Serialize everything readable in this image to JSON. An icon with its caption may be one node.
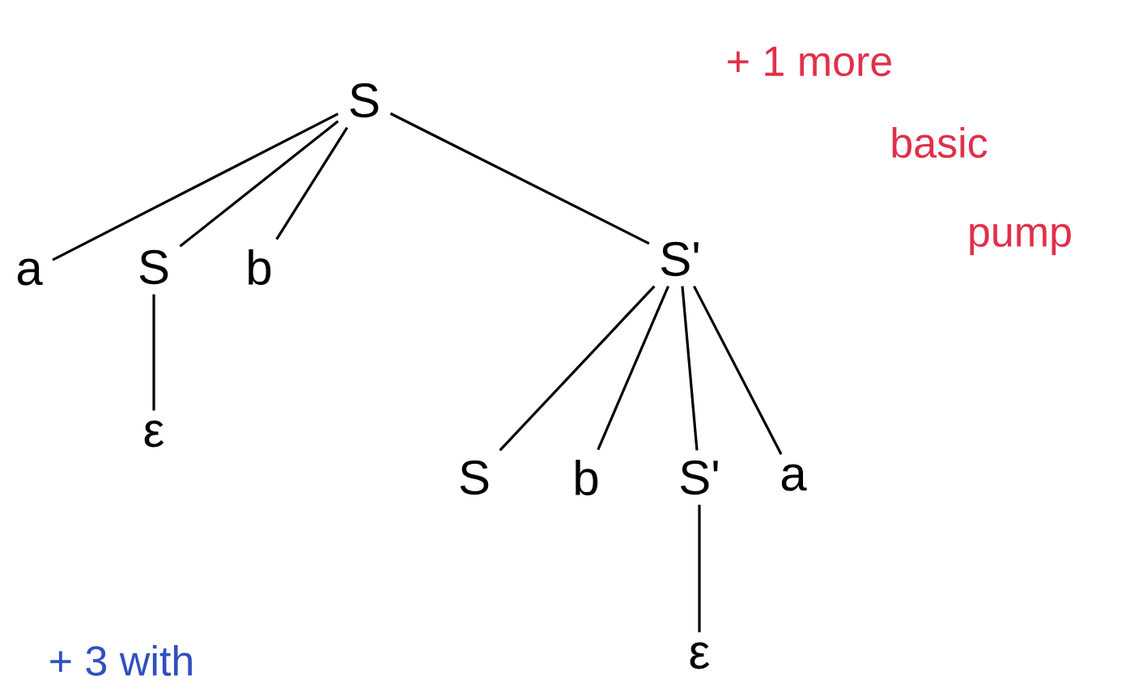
{
  "diagram": {
    "nodes": [
      {
        "text": [
          "S"
        ]
      },
      {
        "text": [
          "a"
        ]
      },
      {
        "text": [
          "S"
        ]
      },
      {
        "text": [
          "b"
        ]
      },
      {
        "text": [
          "S'"
        ]
      },
      {
        "text": [
          "ε"
        ]
      },
      {
        "text": [
          "S"
        ]
      },
      {
        "text": [
          "b"
        ]
      },
      {
        "text": [
          "S'"
        ]
      },
      {
        "text": [
          "a"
        ]
      },
      {
        "text": [
          "ε"
        ]
      }
    ],
    "edges": [
      {
        "from": 0,
        "to": 1,
        "arrow": "none"
      },
      {
        "from": 0,
        "to": 2,
        "arrow": "none"
      },
      {
        "from": 0,
        "to": 3,
        "arrow": "none"
      },
      {
        "from": 0,
        "to": 4,
        "arrow": "none"
      },
      {
        "from": 2,
        "to": 5,
        "arrow": "none"
      },
      {
        "from": 4,
        "to": 6,
        "arrow": "none"
      },
      {
        "from": 4,
        "to": 7,
        "arrow": "none"
      },
      {
        "from": 4,
        "to": 8,
        "arrow": "none"
      },
      {
        "from": 4,
        "to": 9,
        "arrow": "none"
      },
      {
        "from": 8,
        "to": 10,
        "arrow": "none"
      }
    ],
    "labels": [
      "+ 1 more",
      "basic",
      "pump",
      "+ 3 with"
    ]
  }
}
